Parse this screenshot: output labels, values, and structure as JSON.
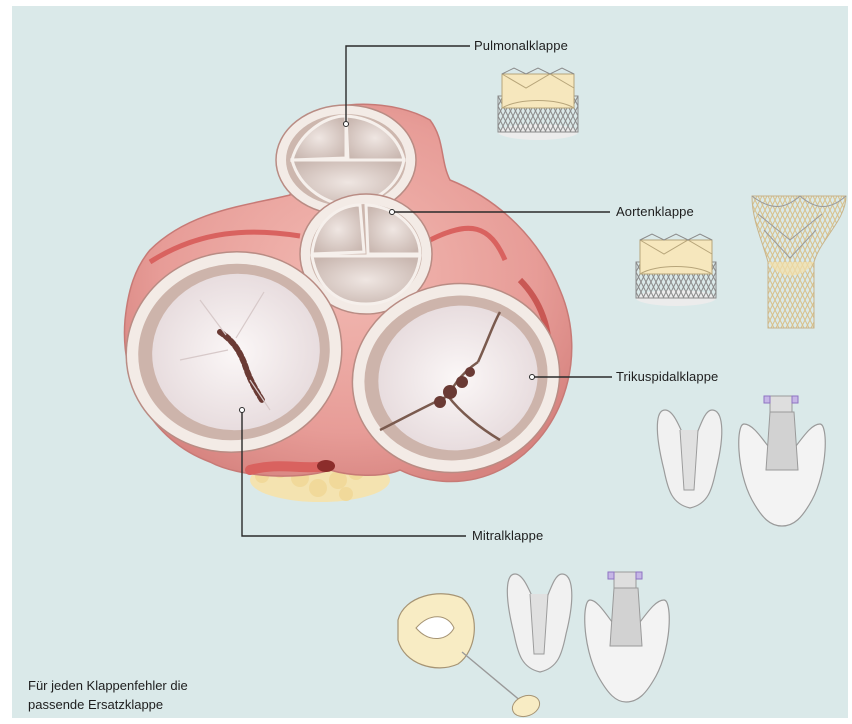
{
  "labels": {
    "pulmonal": "Pulmonalklappe",
    "aorten": "Aortenklappe",
    "trikuspidal": "Trikuspidalklappe",
    "mitral": "Mitralklappe"
  },
  "caption": "Für jeden Klappenfehler die\npassende Ersatzklappe",
  "colors": {
    "background": "#dae9e9",
    "tissue": "#e9a4a0",
    "valve_ring": "#f4ece6",
    "leaflet": "#ece3e4",
    "stent": "#8a8a8a",
    "leaflet_gold": "#f3dfaa",
    "device_white": "#f1f1f1",
    "clip_marker": "#8f74c2"
  },
  "icons": [
    "heart-valves-illustration",
    "stent-valve-icon",
    "self-expanding-valve-icon",
    "clip-device-icon",
    "occluder-device-icon"
  ]
}
